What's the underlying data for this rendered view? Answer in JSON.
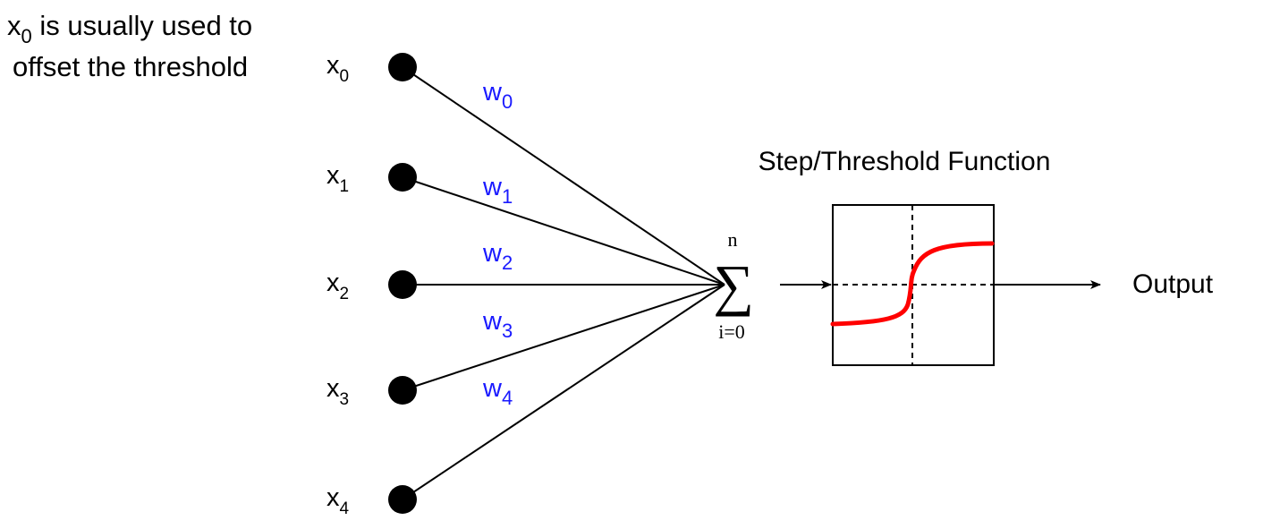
{
  "note": {
    "var": "x",
    "sub": "0",
    "line1_rest": " is usually used to",
    "line2": "offset the threshold"
  },
  "inputs": [
    {
      "var": "x",
      "sub": "0"
    },
    {
      "var": "x",
      "sub": "1"
    },
    {
      "var": "x",
      "sub": "2"
    },
    {
      "var": "x",
      "sub": "3"
    },
    {
      "var": "x",
      "sub": "4"
    }
  ],
  "weights": [
    {
      "var": "w",
      "sub": "0"
    },
    {
      "var": "w",
      "sub": "1"
    },
    {
      "var": "w",
      "sub": "2"
    },
    {
      "var": "w",
      "sub": "3"
    },
    {
      "var": "w",
      "sub": "4"
    }
  ],
  "summation": {
    "symbol": "∑",
    "upper": "n",
    "lower": "i=0"
  },
  "activation": {
    "title": "Step/Threshold Function"
  },
  "output": {
    "label": "Output"
  },
  "colors": {
    "weight_text": "#1a1aff",
    "curve": "#ff0000",
    "line": "#000000"
  }
}
